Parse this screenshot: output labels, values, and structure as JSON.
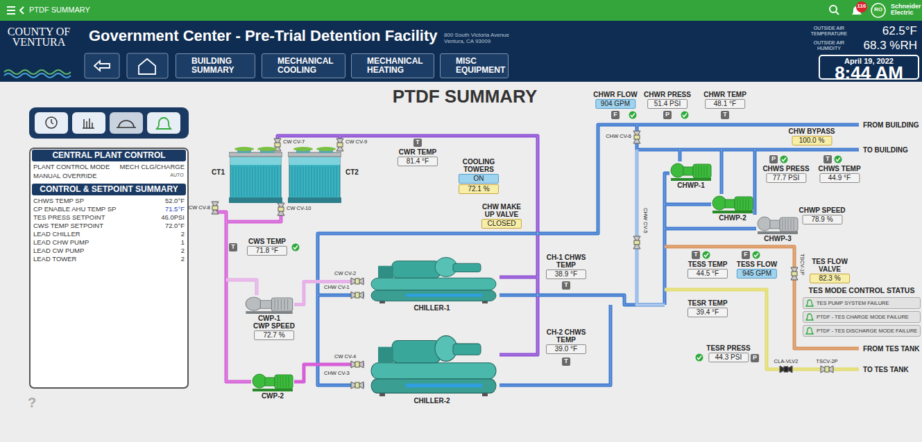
{
  "diagram": {
    "title": "PTDF SUMMARY",
    "nodes": [
      {
        "text": [
          "BUILDING SUMMARY"
        ]
      },
      {
        "text": [
          "MECHANICAL COOLING"
        ]
      },
      {
        "text": [
          "MECHANICAL HEATING"
        ]
      },
      {
        "text": [
          "MISC EQUIPMENT"
        ]
      },
      {
        "text": [
          "April 19, 2022",
          "8:44 AM"
        ]
      },
      {
        "text": [
          "CENTRAL PLANT CONTROL",
          "CONTROL & SETPOINT SUMMARY"
        ]
      },
      {
        "text": [
          "CT1"
        ]
      },
      {
        "text": [
          "CT2"
        ]
      },
      {
        "text": [
          "CWR TEMP",
          "81.4 °F"
        ]
      },
      {
        "text": [
          "COOLING TOWERS",
          "ON",
          "72.1 %"
        ]
      },
      {
        "text": [
          "CHWR FLOW",
          "904 GPM"
        ]
      },
      {
        "text": [
          "CHWR PRESS",
          "51.4 PSI"
        ]
      },
      {
        "text": [
          "CHWR TEMP",
          "48.1 °F"
        ]
      },
      {
        "text": [
          "CHW BYPASS",
          "100.0 %"
        ]
      },
      {
        "text": [
          "CHWP-1"
        ]
      },
      {
        "text": [
          "CHWS PRESS",
          "77.7 PSI"
        ]
      },
      {
        "text": [
          "CHWS TEMP",
          "44.9 °F"
        ]
      },
      {
        "text": [
          "CHWP-2"
        ]
      },
      {
        "text": [
          "CHW MAKE UP VALVE",
          "CLOSED"
        ]
      },
      {
        "text": [
          "CHWP SPEED",
          "78.9 %"
        ]
      },
      {
        "text": [
          "CHWP-3"
        ]
      },
      {
        "text": [
          "CWS TEMP",
          "71.8 °F"
        ]
      },
      {
        "text": [
          "CH-1 CHWS TEMP",
          "38.9 °F"
        ]
      },
      {
        "text": [
          "CHILLER-1"
        ]
      },
      {
        "text": [
          "TESS TEMP",
          "44.5 °F"
        ]
      },
      {
        "text": [
          "TESS FLOW",
          "945 GPM"
        ]
      },
      {
        "text": [
          "TES FLOW VALVE",
          "82.3 %"
        ]
      },
      {
        "text": [
          "TES MODE CONTROL STATUS"
        ]
      },
      {
        "text": [
          "TES PUMP SYSTEM FAILURE"
        ],
        "in": 27
      },
      {
        "text": [
          "PTDF - TES CHARGE MODE FAILURE"
        ],
        "in": 27
      },
      {
        "text": [
          "PTDF - TES DISCHARGE MODE FAILURE"
        ],
        "in": 27
      },
      {
        "text": [
          "CWP-1"
        ]
      },
      {
        "text": [
          "TESR TEMP",
          "39.4 °F"
        ]
      },
      {
        "text": [
          "CWP SPEED",
          "72.7 %"
        ]
      },
      {
        "text": [
          "CH-2 CHWS TEMP",
          "39.0 °F"
        ]
      },
      {
        "text": [
          "TESR PRESS",
          "44.3 PSI"
        ]
      },
      {
        "text": [
          "CHILLER-2"
        ]
      },
      {
        "text": [
          "CWP-2"
        ]
      }
    ],
    "edges": [
      {
        "from": 31,
        "to": 23,
        "arrow": "none"
      },
      {
        "from": 37,
        "to": 36,
        "arrow": "none"
      }
    ],
    "labels": [
      "PTDF SUMMARY",
      "116",
      "RO",
      "Schneider Electric",
      "COUNTY OF VENTURA",
      "Government Center - Pre-Trial Detention Facility",
      "800 South Victoria Avenue Ventura, CA 93009",
      "OUTSIDE AIR TEMPERATURE",
      "62.5°F",
      "OUTSIDE AIR HUMIDITY",
      "68.3 %RH",
      "PLANT CONTROL MODE",
      "MECH CLG/CHARGE",
      "MANUAL OVERRIDE",
      "AUTO",
      "CHWS TEMP SP",
      "52.0°F",
      "CP ENABLE AHU TEMP SP",
      "71.5°F",
      "TES PRESS SETPOINT",
      "46.0PSI",
      "CWS TEMP SETPOINT",
      "72.0°F",
      "LEAD CHILLER",
      "2",
      "LEAD CHW PUMP",
      "1",
      "LEAD CW PUMP",
      "2",
      "LEAD TOWER",
      "2",
      "CW CV-7",
      "CW CV-9",
      "CW CV-8",
      "CW CV-10",
      "CW CV-2",
      "CHW CV-1",
      "CW CV-4",
      "CHW CV-3",
      "CHW CV-6",
      "CHW CV-5",
      "TSCV-1P",
      "CLA-VLV2",
      "TSCV-2P",
      "FROM BUILDING",
      "TO BUILDING",
      "FROM TES TANK",
      "TO TES TANK",
      "T",
      "T",
      "T",
      "T",
      "F",
      "P",
      "T",
      "P",
      "T",
      "T",
      "F",
      "P",
      "?"
    ]
  }
}
